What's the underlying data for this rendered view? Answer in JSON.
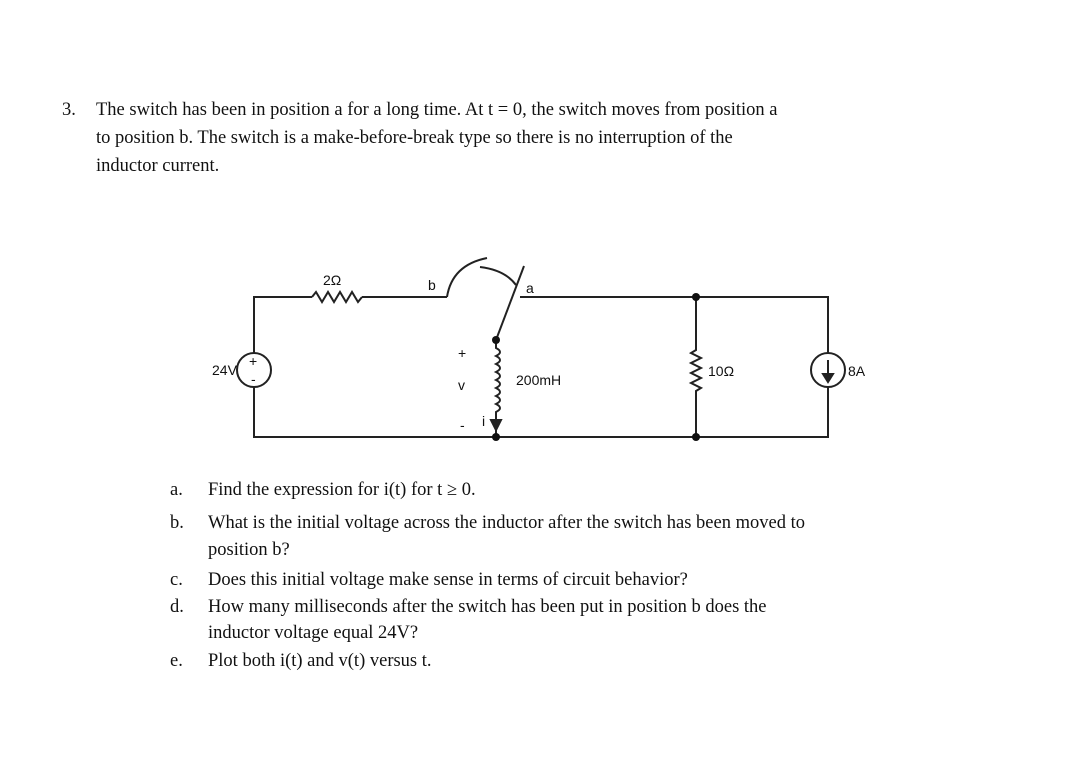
{
  "problem": {
    "number": "3.",
    "lines": [
      "The switch has been in position a for a long time. At t = 0, the switch moves from position a",
      "to position b. The switch is a make-before-break type so there is no interruption of the",
      "inductor current."
    ]
  },
  "circuit": {
    "source_voltage": "24V",
    "plus": "+",
    "minus": "-",
    "series_resistor": "2Ω",
    "switch_b": "b",
    "switch_a": "a",
    "inductor": "200mH",
    "v_label": "v",
    "i_label": "i",
    "shunt_resistor": "10Ω",
    "current_source": "8A"
  },
  "questions": [
    {
      "letter": "a.",
      "lines": [
        "Find the expression for i(t) for t ≥ 0."
      ]
    },
    {
      "letter": "b.",
      "lines": [
        "What is the initial voltage across the inductor after the switch has been moved to",
        "position b?"
      ]
    },
    {
      "letter": "c.",
      "lines": [
        "Does this initial voltage make sense in terms of circuit behavior?"
      ]
    },
    {
      "letter": "d.",
      "lines": [
        "How many milliseconds after the switch has been put in position b does the",
        "inductor voltage equal 24V?"
      ]
    },
    {
      "letter": "e.",
      "lines": [
        "Plot both i(t) and v(t) versus t."
      ]
    }
  ]
}
